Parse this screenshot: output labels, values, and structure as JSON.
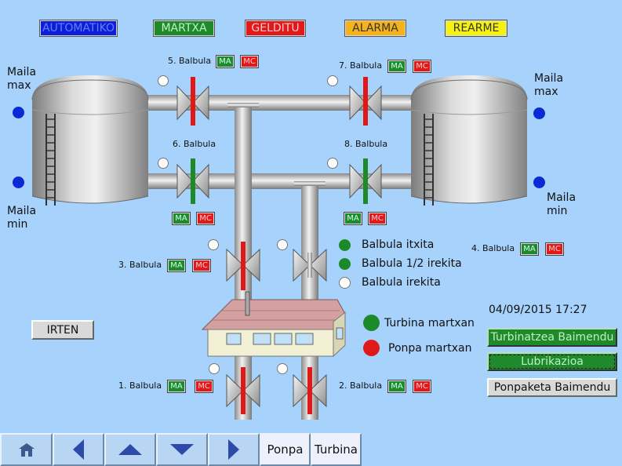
{
  "header": {
    "automatiko": "AUTOMATIKO",
    "martxa": "MARTXA",
    "gelditu": "GELDITU",
    "alarma": "ALARMA",
    "rearme": "REARME"
  },
  "colors": {
    "automatiko_bg": "#0a1fd8",
    "martxa_bg": "#1f8a2c",
    "gelditu_bg": "#e1191b",
    "alarma_bg": "#f6b21a",
    "rearme_bg": "#f6f20e",
    "background": "#a7d2fb",
    "valve_closed": "#e01818",
    "valve_half": "#1d8a2a"
  },
  "valves": {
    "v1": {
      "label": "1. Balbula",
      "ma": "MA",
      "mc": "MC"
    },
    "v2": {
      "label": "2. Balbula",
      "ma": "MA",
      "mc": "MC"
    },
    "v3": {
      "label": "3. Balbula",
      "ma": "MA",
      "mc": "MC"
    },
    "v4": {
      "label": "4. Balbula",
      "ma": "MA",
      "mc": "MC"
    },
    "v5": {
      "label": "5. Balbula",
      "ma": "MA",
      "mc": "MC"
    },
    "v6": {
      "label": "6. Balbula",
      "ma": "MA",
      "mc": "MC"
    },
    "v7": {
      "label": "7. Balbula",
      "ma": "MA",
      "mc": "MC"
    },
    "v8": {
      "label": "8. Balbula",
      "ma": "MA",
      "mc": "MC"
    }
  },
  "tanks": {
    "left_max": "Maila\nmax",
    "left_min": "Maila\nmin",
    "right_max": "Maila\nmax",
    "right_min": "Maila\nmin"
  },
  "legend": {
    "itxita": "Balbula itxita",
    "half": "Balbula 1/2 irekita",
    "irekita": "Balbula irekita",
    "turbina": "Turbina martxan",
    "ponpa": "Ponpa martxan"
  },
  "datetime": "04/09/2015 17:27",
  "buttons": {
    "irten": "IRTEN",
    "turbinatzea": "Turbinatzea Baimendu",
    "lubrikazioa": "Lubrikazioa",
    "ponpaketa": "Ponpaketa Baimendu"
  },
  "nav": {
    "ponpa": "Ponpa",
    "turbina": "Turbina"
  }
}
